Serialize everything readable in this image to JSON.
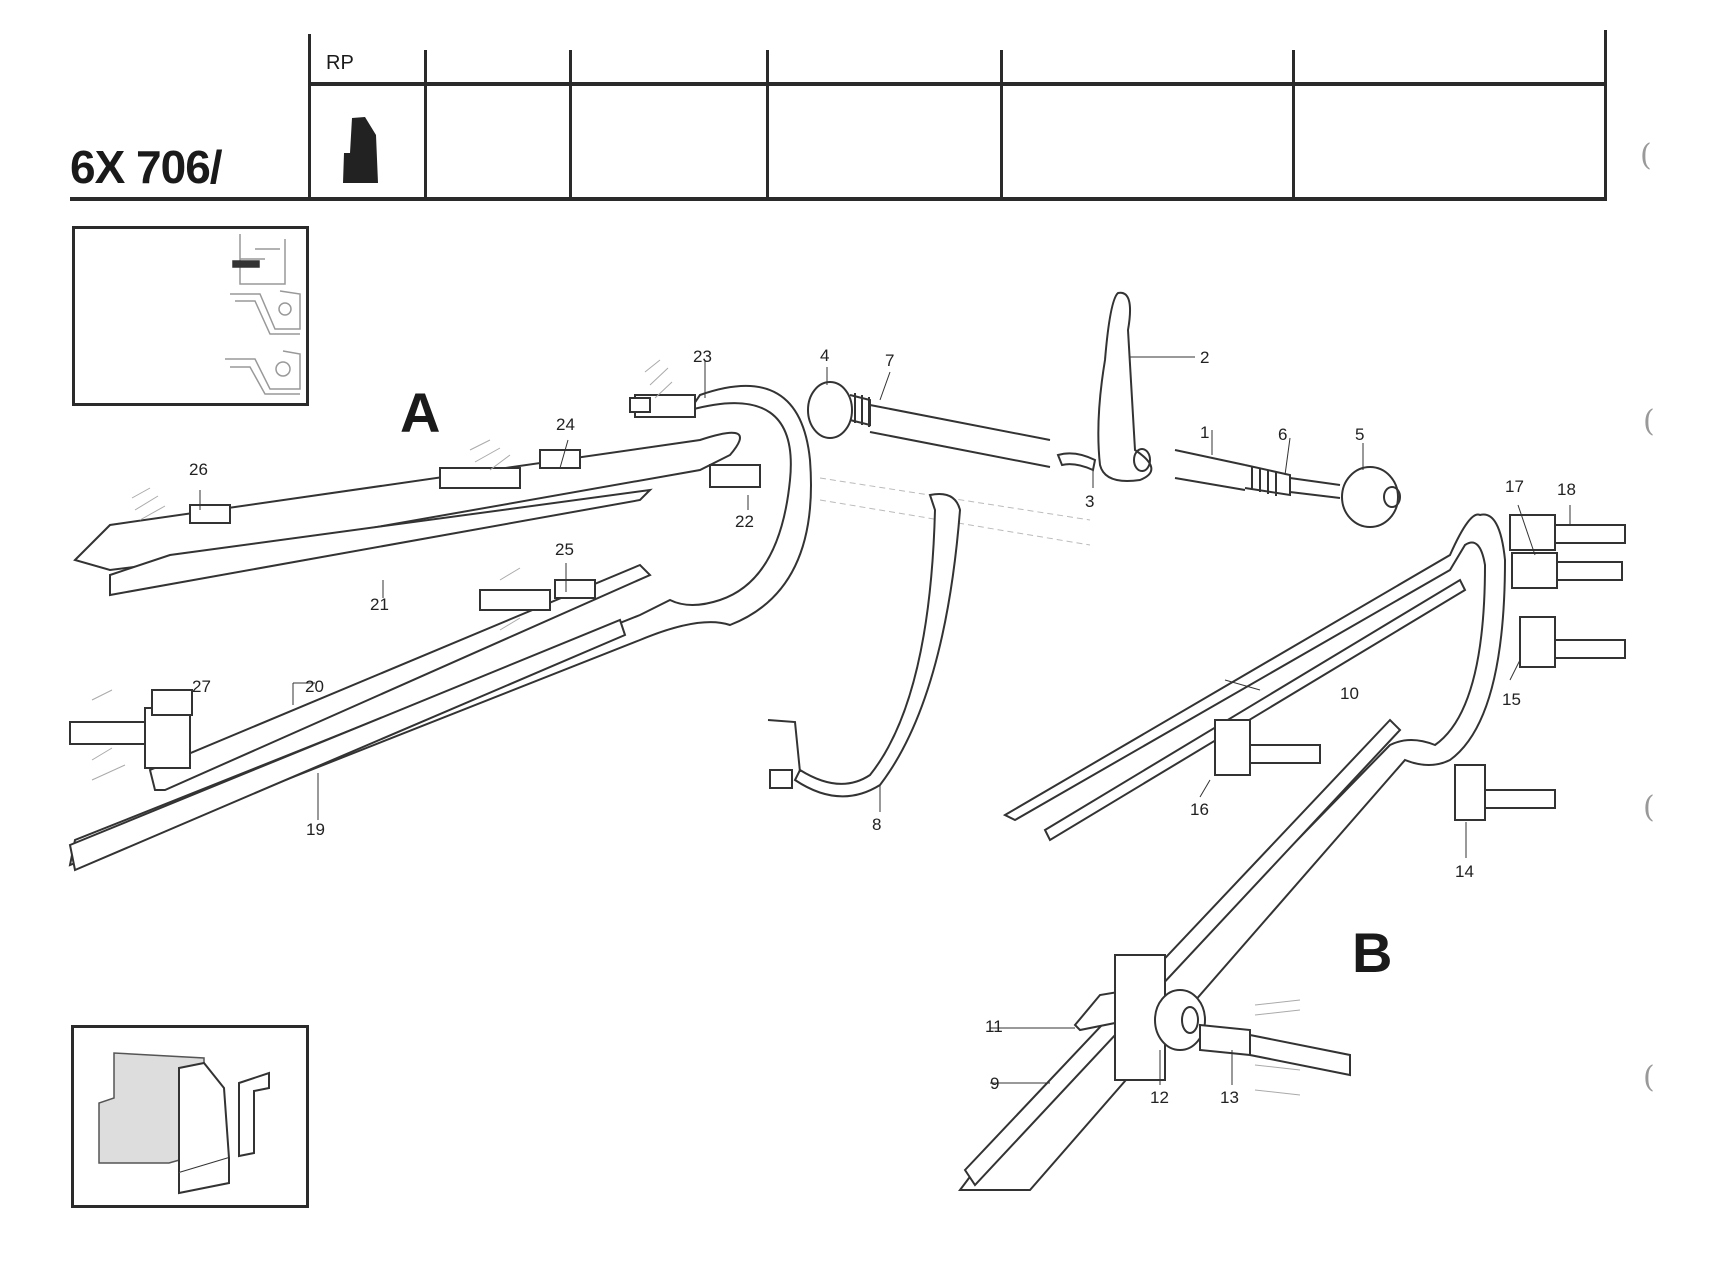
{
  "header": {
    "part_code": "6X 706/",
    "table_column_label": "RP",
    "table_columns_count": 6,
    "rp_symbol": "blade-profile-icon"
  },
  "insets": {
    "top_left": "sequence-thumbnails",
    "bottom_left": "blade-profile-3d"
  },
  "assemblies": {
    "A": {
      "label": "A"
    },
    "B": {
      "label": "B"
    }
  },
  "callouts": [
    {
      "id": "1",
      "text": "1"
    },
    {
      "id": "2",
      "text": "2"
    },
    {
      "id": "3",
      "text": "3"
    },
    {
      "id": "4",
      "text": "4"
    },
    {
      "id": "5",
      "text": "5"
    },
    {
      "id": "6",
      "text": "6"
    },
    {
      "id": "7",
      "text": "7"
    },
    {
      "id": "8",
      "text": "8"
    },
    {
      "id": "9",
      "text": "9"
    },
    {
      "id": "10",
      "text": "10"
    },
    {
      "id": "11",
      "text": "11"
    },
    {
      "id": "12",
      "text": "12"
    },
    {
      "id": "13",
      "text": "13"
    },
    {
      "id": "14",
      "text": "14"
    },
    {
      "id": "15",
      "text": "15"
    },
    {
      "id": "16",
      "text": "16"
    },
    {
      "id": "17",
      "text": "17"
    },
    {
      "id": "18",
      "text": "18"
    },
    {
      "id": "19",
      "text": "19"
    },
    {
      "id": "20",
      "text": "20"
    },
    {
      "id": "21",
      "text": "21"
    },
    {
      "id": "22",
      "text": "22"
    },
    {
      "id": "23",
      "text": "23"
    },
    {
      "id": "24",
      "text": "24"
    },
    {
      "id": "25",
      "text": "25"
    },
    {
      "id": "26",
      "text": "26"
    },
    {
      "id": "27",
      "text": "27"
    }
  ],
  "binder_marks": [
    "(",
    "(",
    "(",
    "("
  ]
}
